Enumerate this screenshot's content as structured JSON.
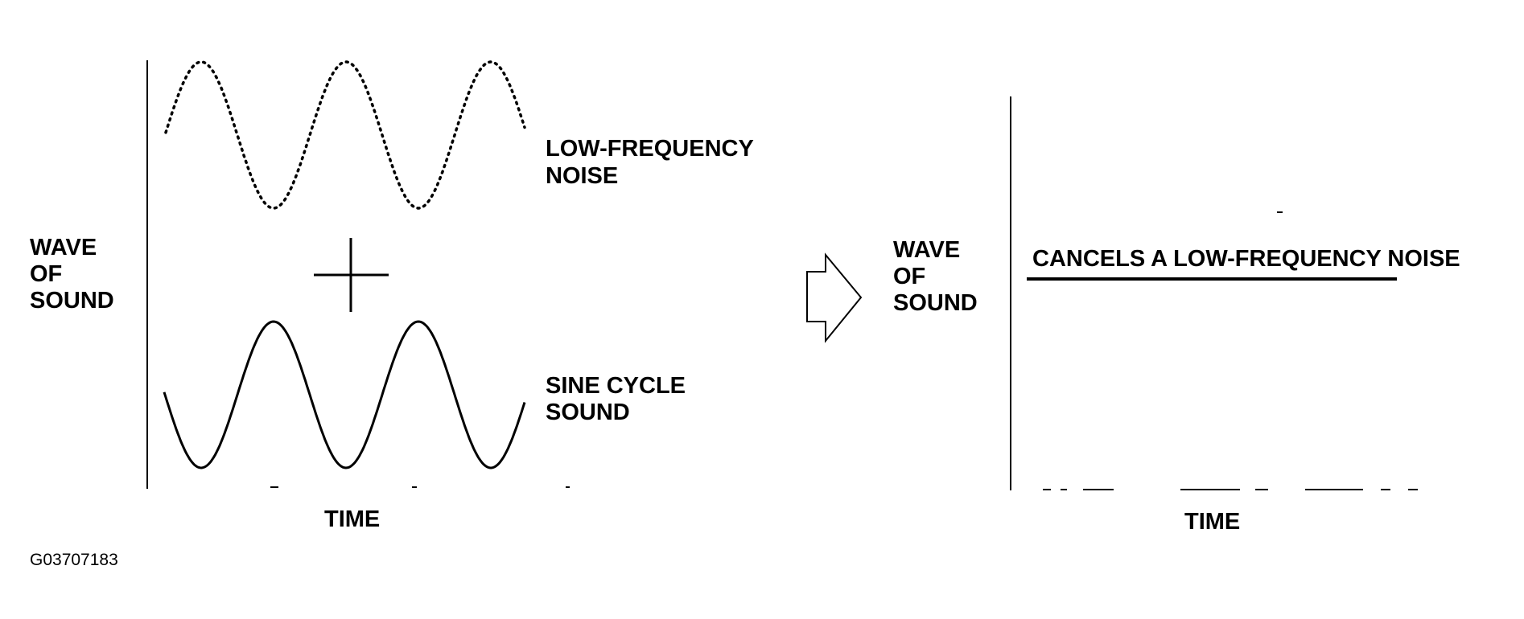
{
  "left_panel": {
    "y_axis_label": [
      "WAVE",
      "OF",
      "SOUND"
    ],
    "x_axis_label": "TIME",
    "noise_label": [
      "LOW-FREQUENCY",
      "NOISE"
    ],
    "sine_label": [
      "SINE CYCLE",
      "SOUND"
    ],
    "plus_symbol": "+"
  },
  "right_panel": {
    "y_axis_label": [
      "WAVE",
      "OF",
      "SOUND"
    ],
    "x_axis_label": "TIME",
    "result_label": "CANCELS A LOW-FREQUENCY NOISE"
  },
  "arrow": "hollow-right-arrow",
  "figure_id": "G03707183",
  "colors": {
    "ink": "#000000",
    "background": "#ffffff"
  }
}
